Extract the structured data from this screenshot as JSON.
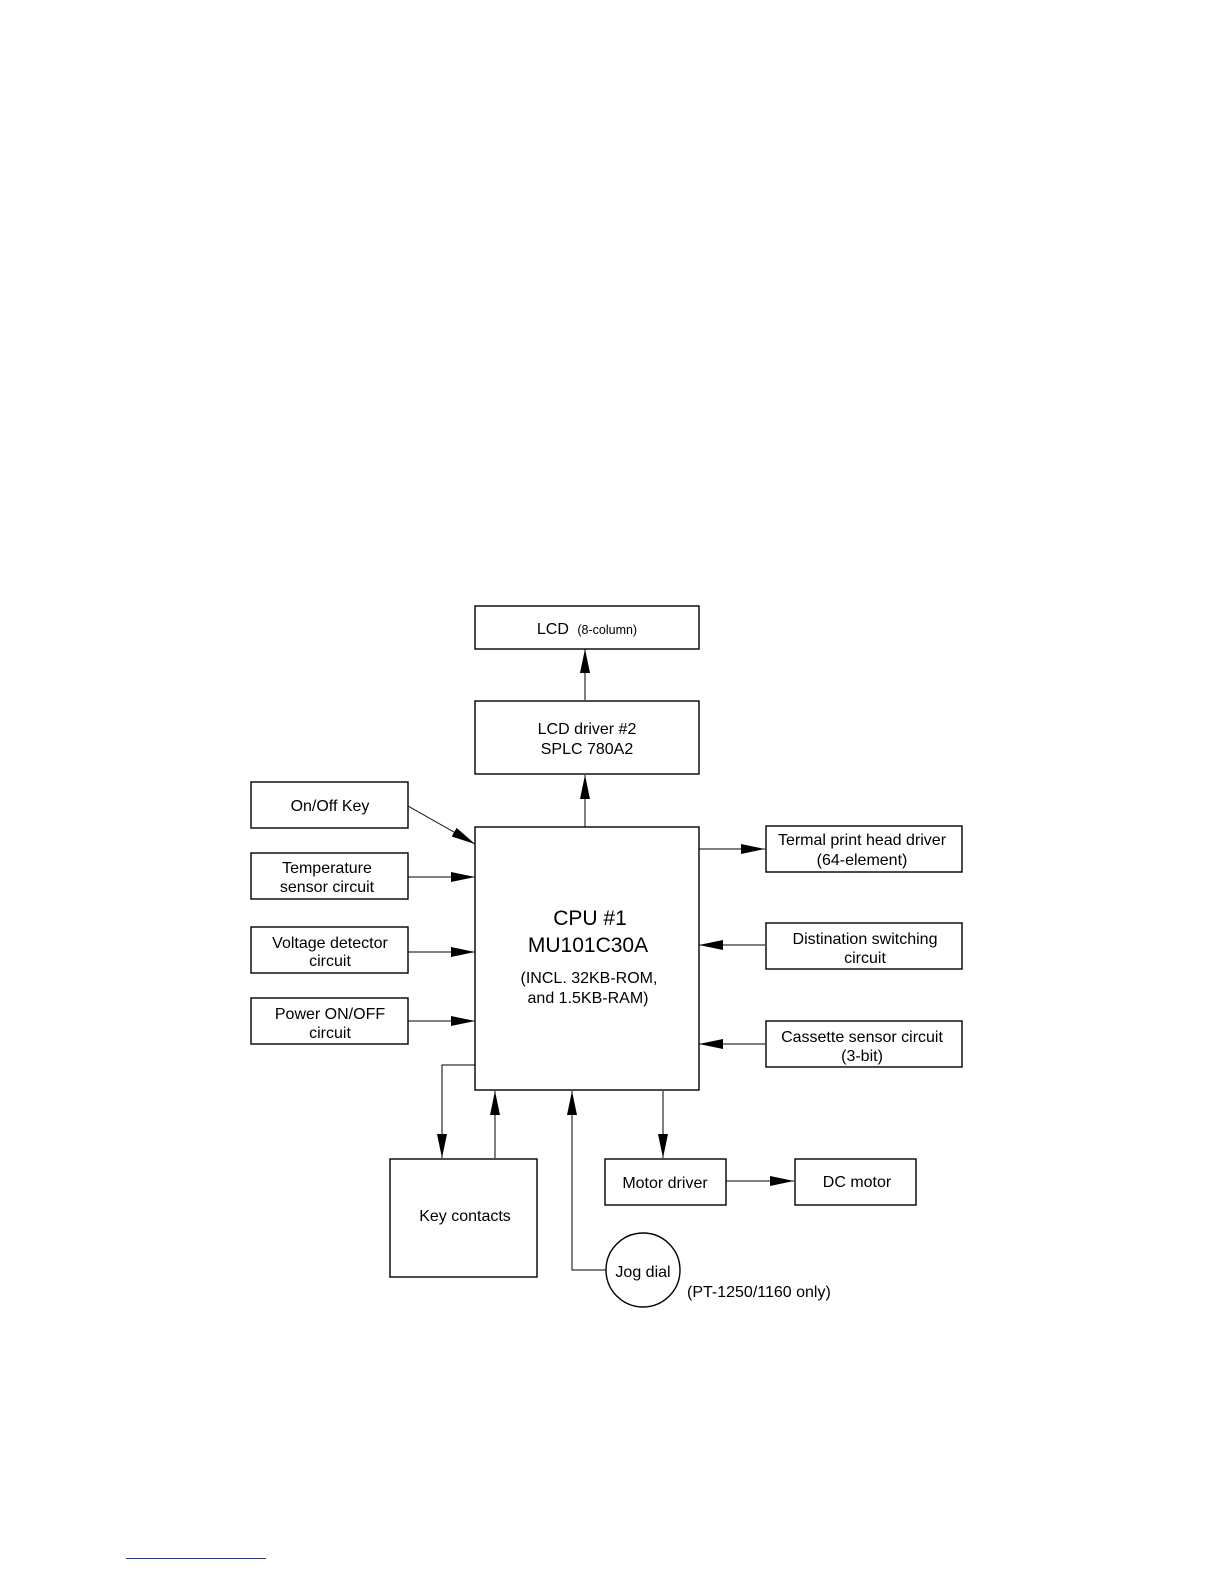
{
  "blocks": {
    "lcd": {
      "label": "LCD",
      "note": "(8-column)"
    },
    "lcd_driver": {
      "line1": "LCD driver #2",
      "line2": "SPLC 780A2"
    },
    "cpu": {
      "line1": "CPU  #1",
      "line2": "MU101C30A",
      "line3": "(INCL. 32KB-ROM,",
      "line4": "and 1.5KB-RAM)"
    },
    "onoff_key": {
      "label": "On/Off Key"
    },
    "temperature": {
      "line1": "Temperature",
      "line2": "sensor circuit"
    },
    "voltage": {
      "line1": "Voltage detector",
      "line2": "circuit"
    },
    "power": {
      "line1": "Power ON/OFF",
      "line2": "circuit"
    },
    "thermal": {
      "line1": "Termal print head driver",
      "line2": "(64-element)"
    },
    "destination": {
      "line1": "Distination switching",
      "line2": "circuit"
    },
    "cassette": {
      "line1": "Cassette sensor circuit",
      "line2": "(3-bit)"
    },
    "key_contacts": {
      "label": "Key contacts"
    },
    "motor_driver": {
      "label": "Motor driver"
    },
    "dc_motor": {
      "label": "DC motor"
    },
    "jog_dial": {
      "label": "Jog dial",
      "note": "(PT-1250/1160 only)"
    }
  }
}
